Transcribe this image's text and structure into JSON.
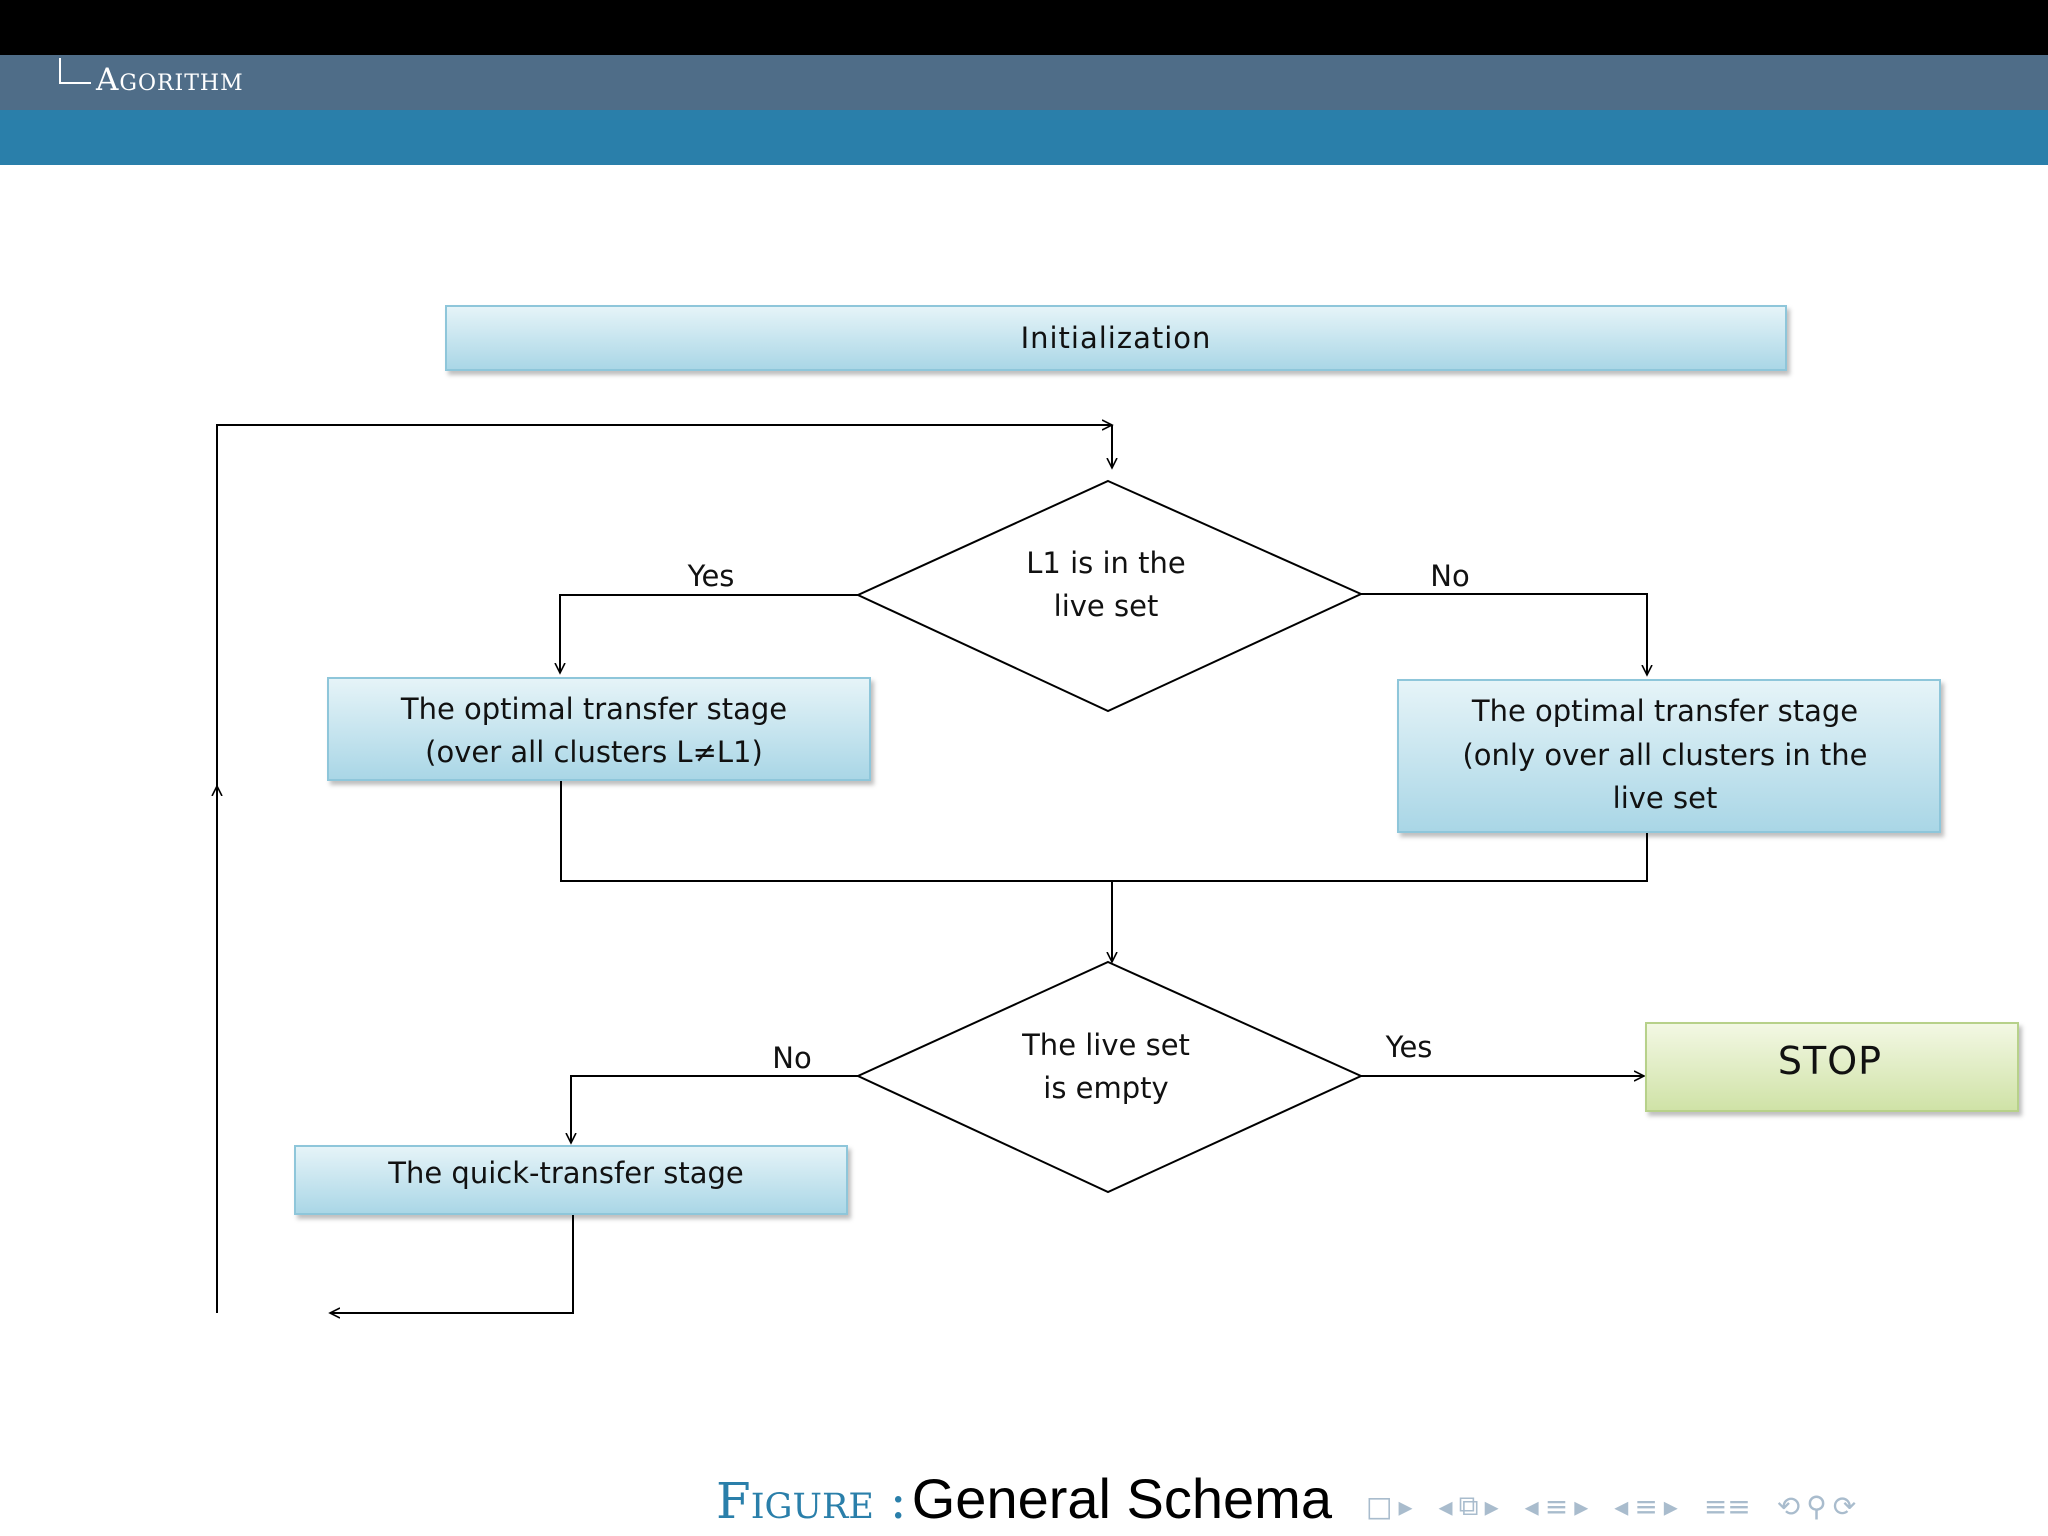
{
  "header": {
    "section": "Agorithm"
  },
  "diagram": {
    "nodes": {
      "initialization": "Initialization",
      "decision_l1": [
        "L1 is in the",
        "live set"
      ],
      "optimal_all": [
        "The optimal transfer stage",
        "(over all clusters L≠L1)"
      ],
      "optimal_live": [
        "The optimal transfer stage",
        "(only over all clusters in the",
        "live set"
      ],
      "decision_empty": [
        "The live set",
        "is empty"
      ],
      "stop": "STOP",
      "quick_transfer": "The quick-transfer stage"
    },
    "edge_labels": {
      "l1_yes": "Yes",
      "l1_no": "No",
      "empty_no": "No",
      "empty_yes": "Yes"
    }
  },
  "caption": {
    "label": "Figure :",
    "text": "General Schema"
  },
  "colors": {
    "header_black": "#000000",
    "section_bar": "#4f6d88",
    "title_bar": "#2a7faa",
    "box_blue_top": "#e6f4f8",
    "box_blue_bottom": "#a9d6e6",
    "box_green_top": "#f3f8e4",
    "box_green_bottom": "#cfe2a6"
  },
  "nav_icons": [
    "frame-icon",
    "subsection-icon",
    "section-icon",
    "align-icon",
    "undo-icon",
    "search-icon",
    "redo-icon"
  ]
}
